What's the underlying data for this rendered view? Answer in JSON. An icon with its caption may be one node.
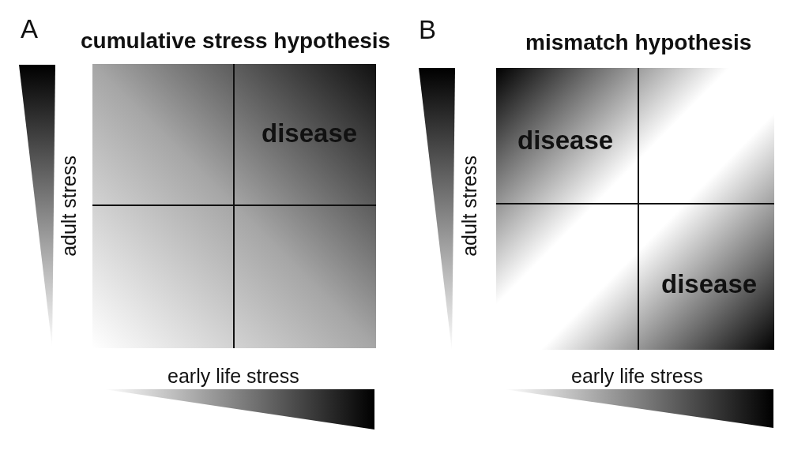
{
  "diagram": {
    "nodes": [
      {
        "text": [],
        "shape": "triangle",
        "beside": [
          "adult stress"
        ]
      },
      {
        "text": [
          "cumulative stress hypothesis"
        ]
      },
      {
        "text": [],
        "shape": "box",
        "in": 1
      },
      {
        "text": [
          "disease"
        ],
        "in": 1
      },
      {
        "text": [],
        "shape": "box",
        "in": 1
      },
      {
        "text": [],
        "shape": "box",
        "in": 1
      },
      {
        "text": [],
        "shape": "triangle",
        "beside": [
          "early life stress"
        ]
      },
      {
        "text": [],
        "shape": "triangle",
        "beside": [
          "adult stress"
        ]
      },
      {
        "text": [
          "mismatch hypothesis"
        ]
      },
      {
        "text": [
          "disease"
        ],
        "in": 8
      },
      {
        "text": [],
        "shape": "box",
        "in": 8
      },
      {
        "text": [],
        "shape": "box",
        "in": 8
      },
      {
        "text": [
          "disease"
        ],
        "in": 8
      },
      {
        "text": [],
        "shape": "triangle",
        "beside": [
          "early life stress"
        ]
      }
    ],
    "labels": [
      "A",
      "B"
    ]
  }
}
